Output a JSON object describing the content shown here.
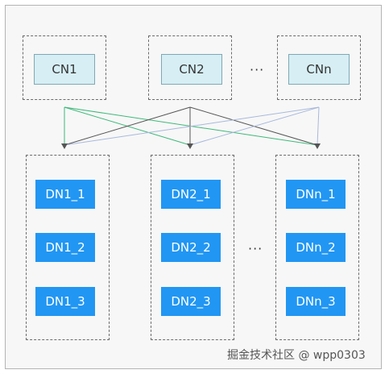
{
  "coordinators": [
    {
      "label": "CN1"
    },
    {
      "label": "CN2"
    },
    {
      "label": "CNn"
    }
  ],
  "datanode_groups": [
    {
      "nodes": [
        "DN1_1",
        "DN1_2",
        "DN1_3"
      ]
    },
    {
      "nodes": [
        "DN2_1",
        "DN2_2",
        "DN2_3"
      ]
    },
    {
      "nodes": [
        "DNn_1",
        "DNn_2",
        "DNn_3"
      ]
    }
  ],
  "ellipsis": "···",
  "watermark": "掘金技术社区 @ wpp0303",
  "colors": {
    "cn_fill": "#d6eef4",
    "dn_fill": "#2196f3",
    "link_from_cn1": "#3db87a",
    "link_from_cn2": "#555555",
    "link_from_cnn": "#a8b8dc"
  }
}
